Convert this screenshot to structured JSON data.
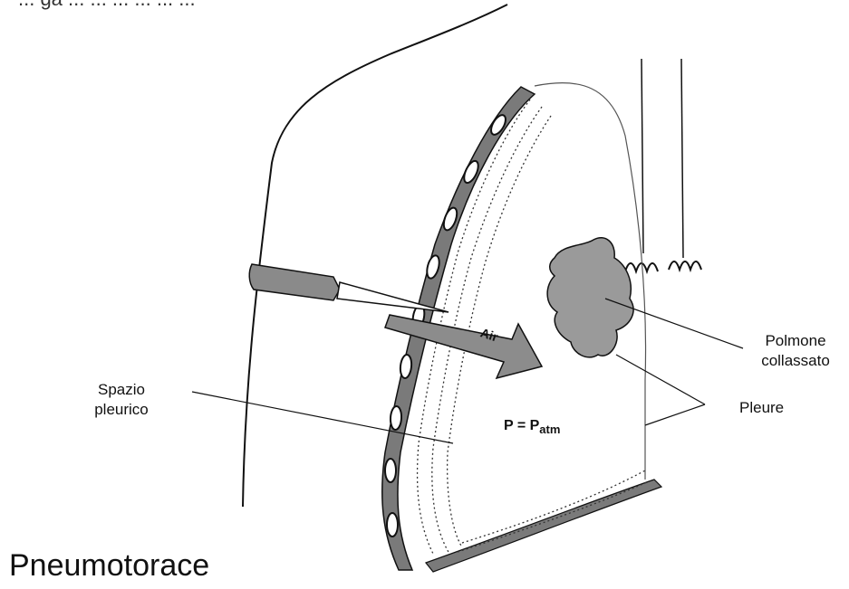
{
  "caption": "Pneumotorace",
  "top_text_fragment": "... ga ... ... ... ... ... ...",
  "labels": {
    "spazio_line1": "Spazio",
    "spazio_line2": "pleurico",
    "polmone_line1": "Polmone",
    "polmone_line2": "collassato",
    "pleure": "Pleure",
    "air": "Air",
    "formula_main": "P = P",
    "formula_sub": "atm"
  },
  "colors": {
    "ink": "#111111",
    "wall": "#7a7a7a",
    "lung": "#9a9a9a",
    "needle": "#8a8a8a"
  }
}
